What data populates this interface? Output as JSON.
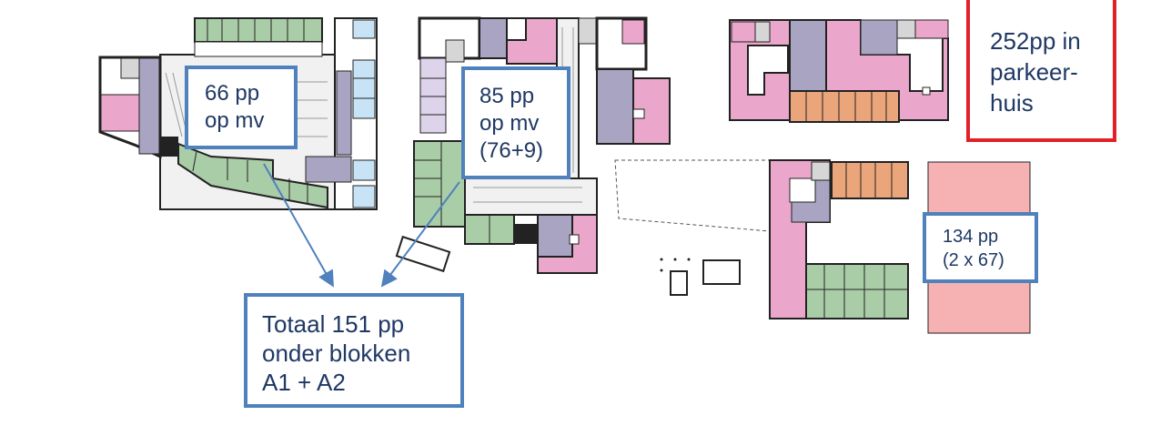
{
  "labels": {
    "block_a1": {
      "lines": [
        "66 pp",
        "op mv"
      ]
    },
    "block_a2": {
      "lines": [
        "85 pp",
        "op mv",
        "(76+9)"
      ]
    },
    "total": {
      "lines": [
        "Totaal 151 pp",
        "onder blokken",
        "A1 + A2"
      ]
    },
    "block_c": {
      "lines": [
        "134 pp",
        "(2 x 67)"
      ]
    },
    "garage": {
      "lines": [
        "252pp in",
        "parkeer-",
        "huis"
      ]
    }
  },
  "colors": {
    "apartment_pink": "#eaa7cb",
    "parking_green": "#a9cda7",
    "storage_purple": "#a9a4c1",
    "storage_blue": "#c7e3f5",
    "stall_orange": "#eba57a",
    "garage_pink": "#f6b1b3",
    "lilac": "#ddd3ea",
    "light_grey": "#d6d6d6",
    "wall": "#222222",
    "label_border": "#4f81bd",
    "label_text": "#1f3864",
    "garage_border": "#e32028",
    "arrow": "#4f81bd"
  }
}
